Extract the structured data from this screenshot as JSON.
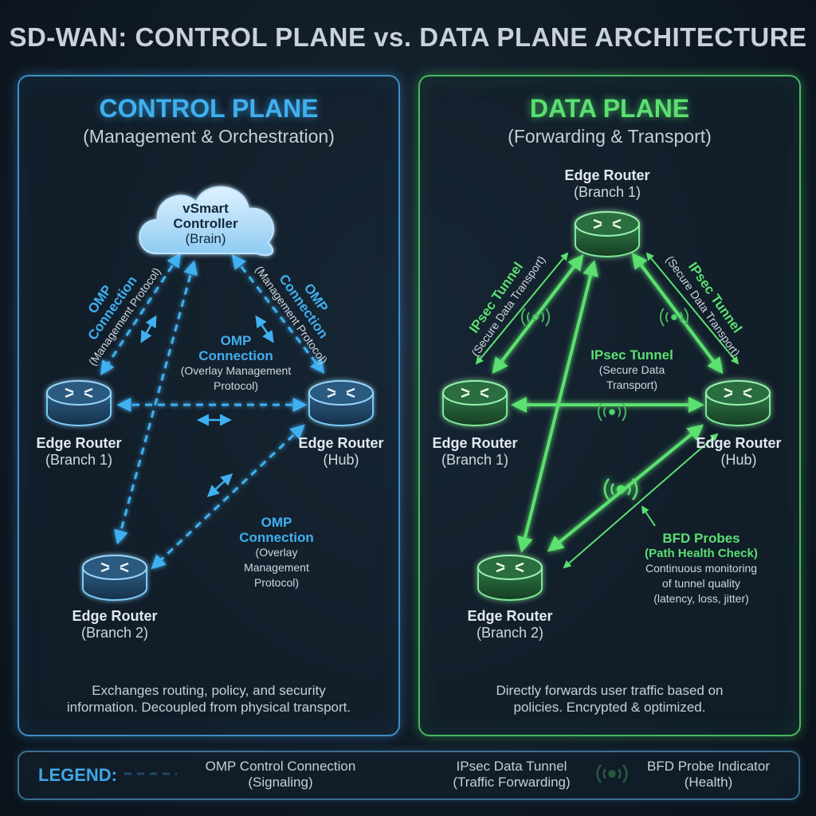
{
  "title": "SD-WAN: CONTROL PLANE vs. DATA PLANE ARCHITECTURE",
  "control": {
    "title": "CONTROL PLANE",
    "subtitle": "(Management & Orchestration)",
    "controller": {
      "l1": "vSmart",
      "l2": "Controller",
      "l3": "(Brain)"
    },
    "branch1": {
      "name": "Edge Router",
      "role": "(Branch 1)"
    },
    "hub": {
      "name": "Edge Router",
      "role": "(Hub)"
    },
    "branch2": {
      "name": "Edge Router",
      "role": "(Branch 2)"
    },
    "omp_left": {
      "l1": "OMP",
      "l2": "Connection",
      "l3": "(Management Protocol)"
    },
    "omp_right": {
      "l1": "OMP",
      "l2": "Connection",
      "l3": "(Management Protocol)"
    },
    "omp_center": {
      "l1": "OMP",
      "l2": "Connection",
      "l3": "(Overlay Management",
      "l4": "Protocol)"
    },
    "omp_lower": {
      "l1": "OMP",
      "l2": "Connection",
      "l3": "(Overlay",
      "l4": "Management",
      "l5": "Protocol)"
    },
    "desc": {
      "l1": "Exchanges routing, policy, and security",
      "l2": "information. Decoupled from physical transport."
    }
  },
  "data": {
    "title": "DATA PLANE",
    "subtitle": "(Forwarding & Transport)",
    "top": {
      "name": "Edge Router",
      "role": "(Branch 1)"
    },
    "branch1": {
      "name": "Edge Router",
      "role": "(Branch 1)"
    },
    "hub": {
      "name": "Edge Router",
      "role": "(Hub)"
    },
    "branch2": {
      "name": "Edge Router",
      "role": "(Branch 2)"
    },
    "ipsec_left": {
      "l1": "IPsec Tunnel",
      "l2": "(Secure Data Transport)"
    },
    "ipsec_right": {
      "l1": "IPsec Tunnel",
      "l2": "(Secure Data Transport)"
    },
    "ipsec_center": {
      "l1": "IPsec Tunnel",
      "l2": "(Secure Data",
      "l3": "Transport)"
    },
    "bfd": {
      "l1": "BFD Probes",
      "l2": "(Path Health Check)",
      "l3": "Continuous monitoring",
      "l4": "of tunnel quality",
      "l5": "(latency, loss, jitter)"
    },
    "desc": {
      "l1": "Directly forwards user traffic based on",
      "l2": "policies. Encrypted & optimized."
    }
  },
  "legend": {
    "title": "LEGEND:",
    "omp": {
      "l1": "OMP Control Connection",
      "l2": "(Signaling)"
    },
    "ipsec": {
      "l1": "IPsec Data Tunnel",
      "l2": "(Traffic Forwarding)"
    },
    "bfd": {
      "l1": "BFD Probe Indicator",
      "l2": "(Health)"
    }
  },
  "colors": {
    "control": "#3fb0f0",
    "data": "#5be070",
    "bg": "#101b26"
  }
}
